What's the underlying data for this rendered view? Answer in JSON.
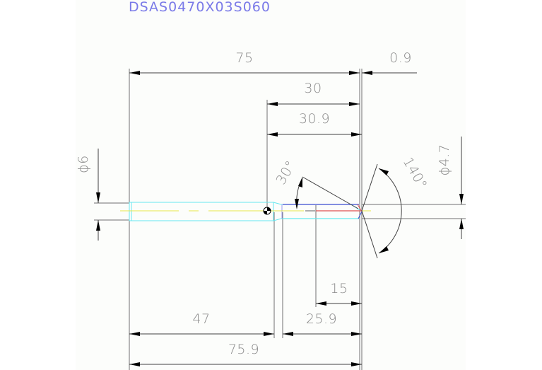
{
  "drawing": {
    "title": "DSAS0470X03S060",
    "colors": {
      "background": "#ffffff",
      "panel": "#fcfdfb",
      "title": "#7a7ae8",
      "dimension_text": "#8a8a8a",
      "dimension_line": "#404040",
      "shank_outline": "#66e8f0",
      "center_line": "#e8e84a",
      "tip_outline": "#3a4cd0",
      "tip_center": "#e05050"
    },
    "dimensions": {
      "overall_length": "75",
      "tip_offset": "0.9",
      "flute_length": "30",
      "flute_length_total": "30.9",
      "shank_diameter": "ϕ6",
      "tip_diameter": "ϕ4.7",
      "chamfer_angle": "30°",
      "point_angle": "140°",
      "red_section": "15",
      "neck_length": "25.9",
      "shank_length": "47",
      "overall_length_total": "75.9"
    }
  }
}
